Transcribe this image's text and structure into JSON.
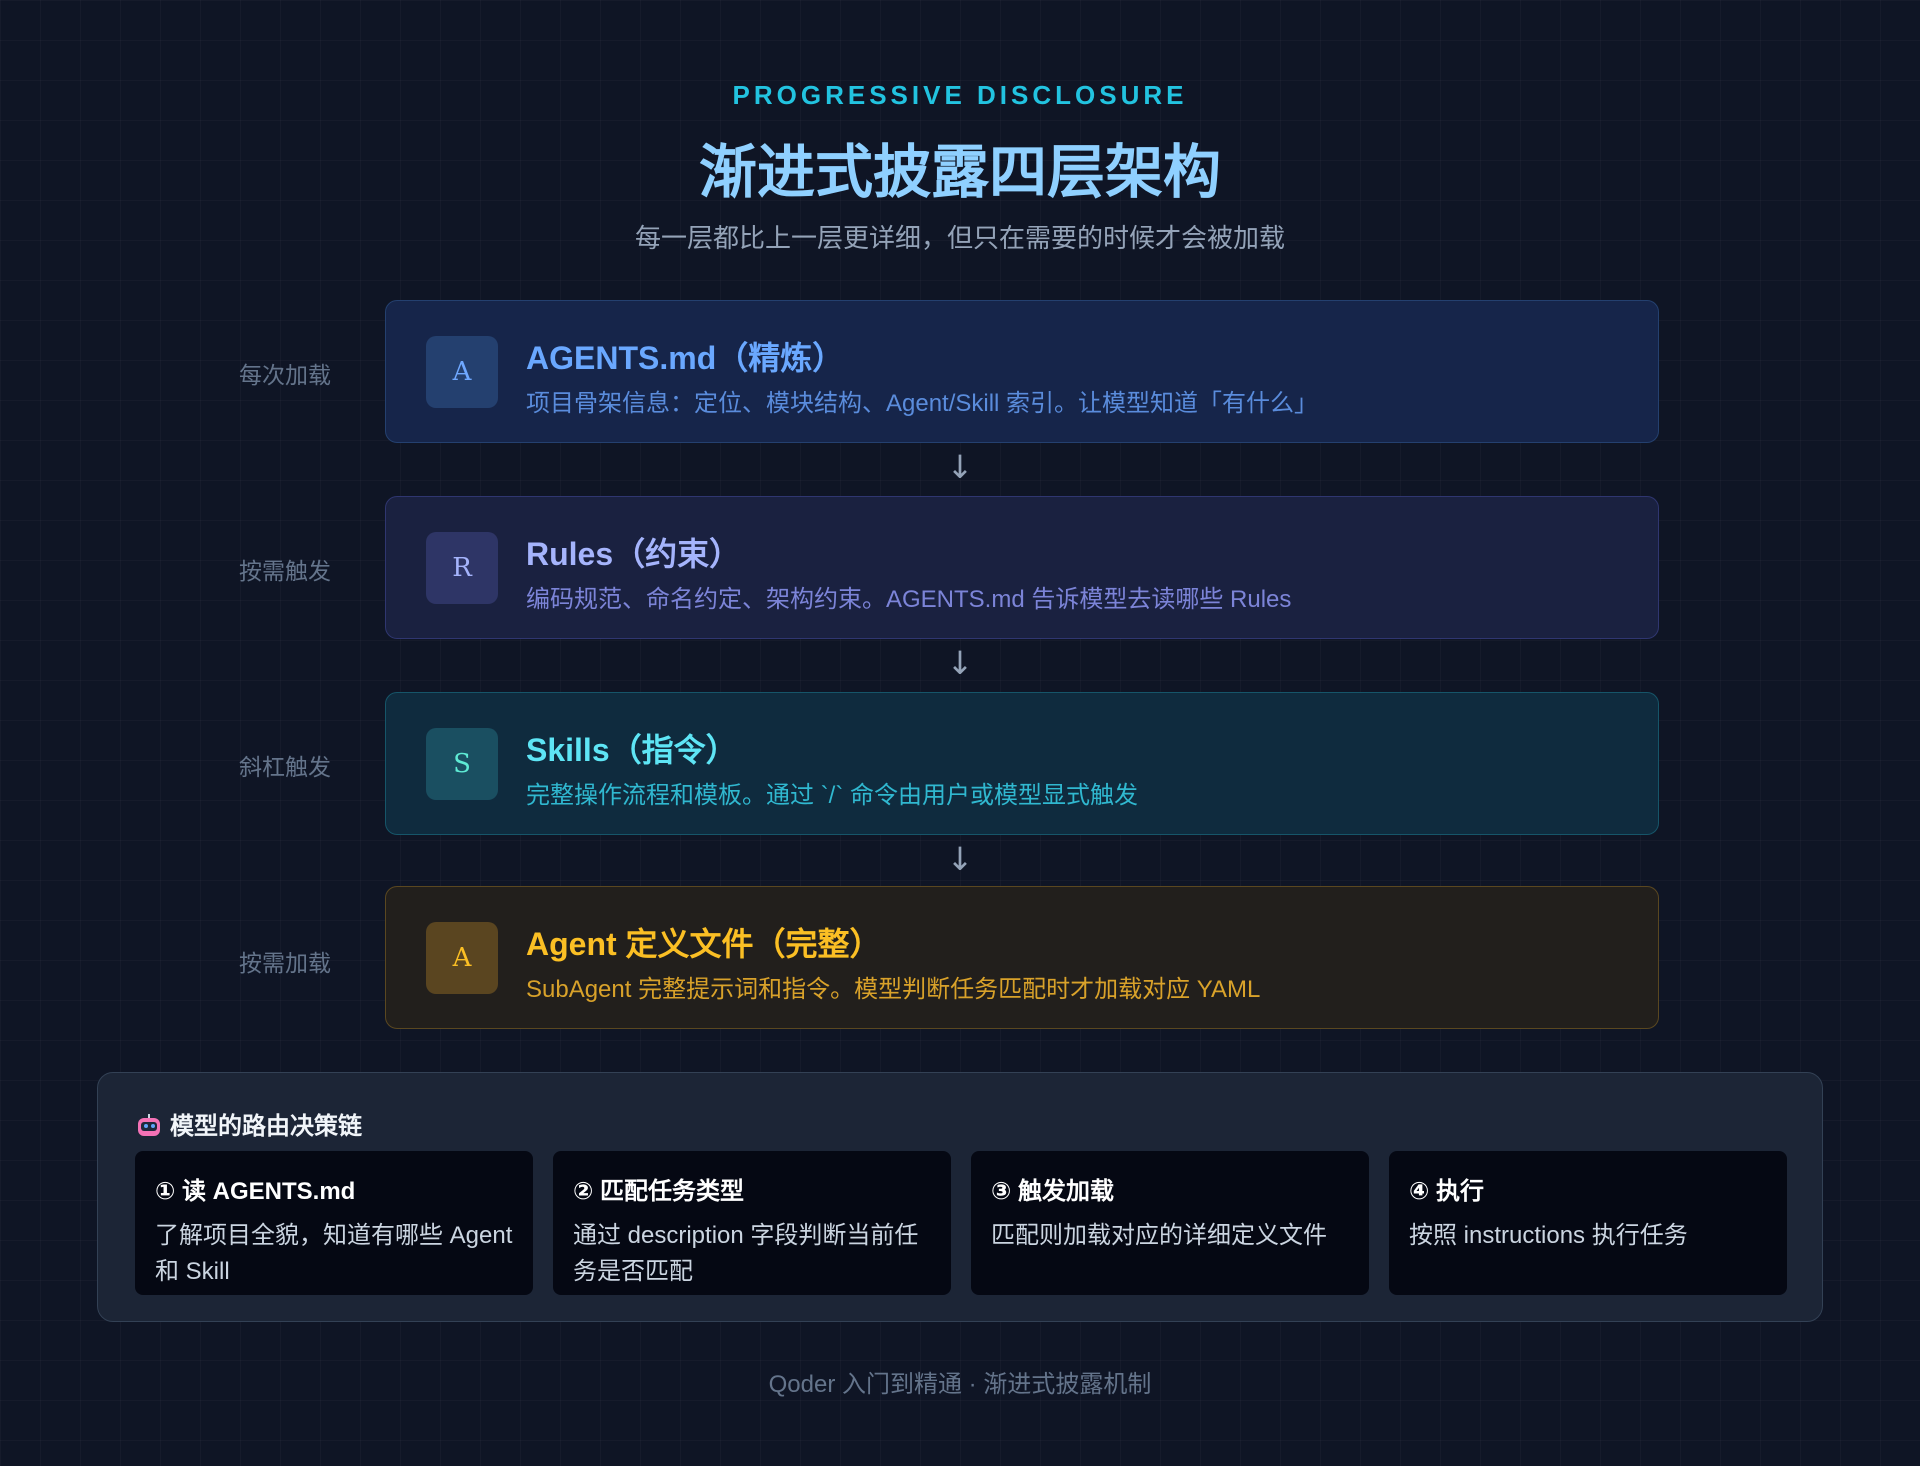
{
  "header": {
    "eyebrow": "PROGRESSIVE DISCLOSURE",
    "title": "渐进式披露四层架构",
    "subtitle": "每一层都比上一层更详细，但只在需要的时候才会被加载"
  },
  "layers": [
    {
      "side_label": "每次加载",
      "badge": "A",
      "title": "AGENTS.md（精炼）",
      "desc": "项目骨架信息：定位、模块结构、Agent/Skill 索引。让模型知道「有什么」",
      "color": "#6aa8ff"
    },
    {
      "side_label": "按需触发",
      "badge": "R",
      "title": "Rules（约束）",
      "desc": "编码规范、命名约定、架构约束。AGENTS.md 告诉模型去读哪些 Rules",
      "color": "#a5b4fc"
    },
    {
      "side_label": "斜杠触发",
      "badge": "S",
      "title": "Skills（指令）",
      "desc": "完整操作流程和模板。通过 `/` 命令由用户或模型显式触发",
      "color": "#5ee5f5"
    },
    {
      "side_label": "按需加载",
      "badge": "A",
      "title": "Agent 定义文件（完整）",
      "desc": "SubAgent 完整提示词和指令。模型判断任务匹配时才加载对应 YAML",
      "color": "#fbbf24"
    }
  ],
  "arrows": [
    "↓",
    "↓",
    "↓"
  ],
  "routing": {
    "icon": "robot-icon",
    "title": "模型的路由决策链",
    "steps": [
      {
        "title": "① 读 AGENTS.md",
        "desc": "了解项目全貌，知道有哪些 Agent 和 Skill"
      },
      {
        "title": "② 匹配任务类型",
        "desc": "通过 description 字段判断当前任务是否匹配"
      },
      {
        "title": "③ 触发加载",
        "desc": "匹配则加载对应的详细定义文件"
      },
      {
        "title": "④ 执行",
        "desc": "按照 instructions 执行任务"
      }
    ]
  },
  "footer": "Qoder 入门到精通 · 渐进式披露机制"
}
